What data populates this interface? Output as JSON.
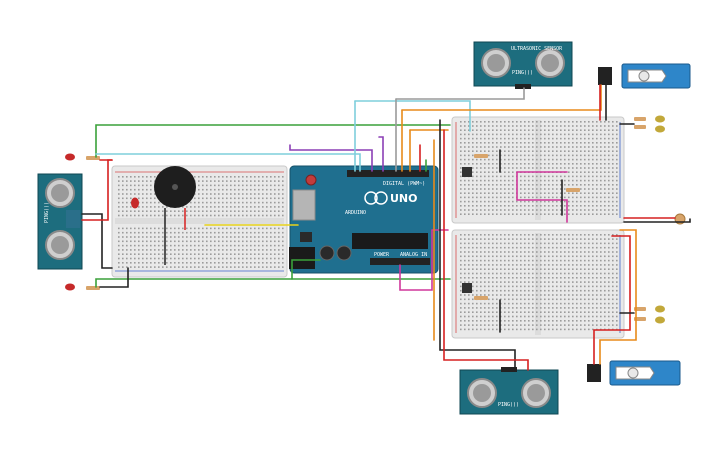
{
  "arduino": {
    "brand": "ARDUINO",
    "model": "UNO",
    "digital_header": "DIGITAL (PWM~)",
    "power_header": "POWER",
    "analog_header": "ANALOG IN"
  },
  "sensors": {
    "label": "PING)))",
    "top_caption": "ULTRASONIC SENSOR",
    "count": 3
  },
  "colors": {
    "board": "#1f6f8f",
    "breadboard": "#e9e9e9",
    "servo": "#2e86c9",
    "sensor": "#1d6d7e",
    "buzzer": "#222222",
    "wire_green": "#3aa13a",
    "wire_orange": "#e88a1a",
    "wire_red": "#d62020",
    "wire_black": "#222222",
    "wire_purple": "#8b3fb5",
    "wire_pink": "#d0379b",
    "wire_yellow": "#e8d21a",
    "wire_cyan": "#7ecfdc",
    "wire_gray": "#9a9a9a"
  }
}
